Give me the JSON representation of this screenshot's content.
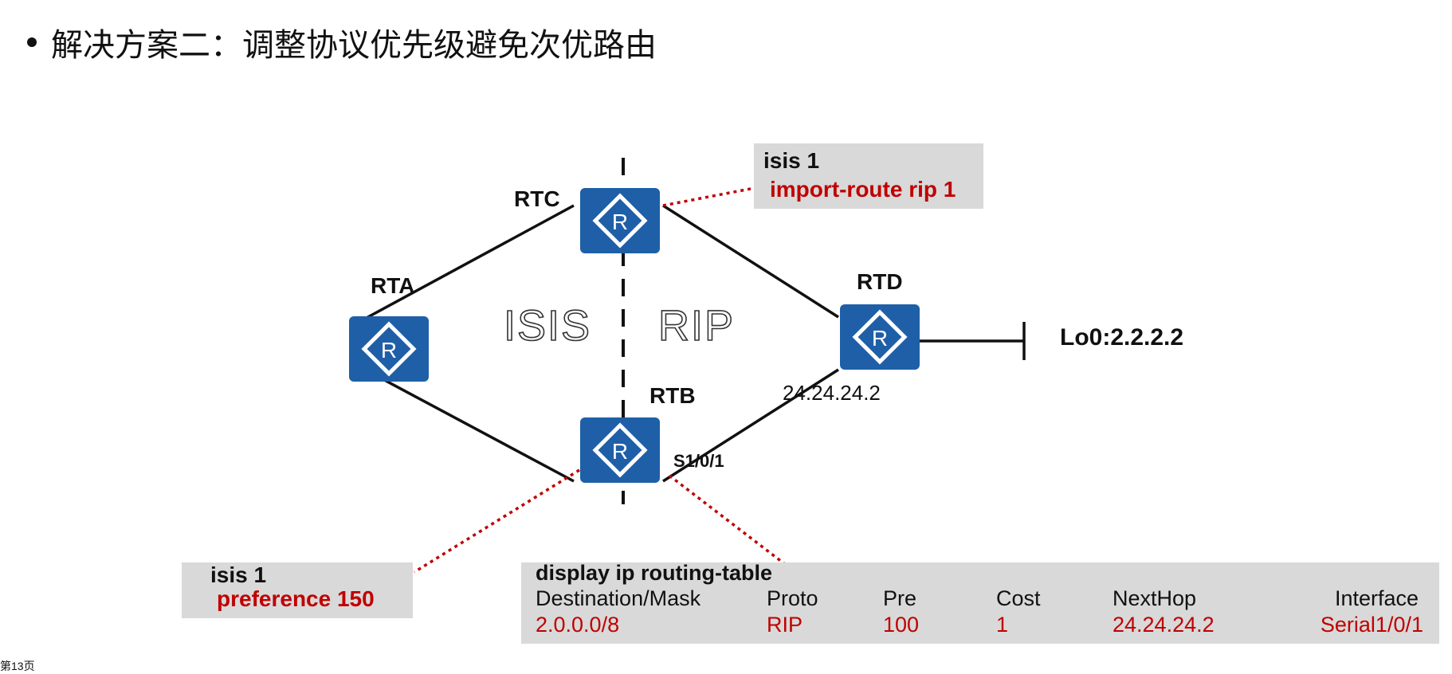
{
  "slide": {
    "title": "解决方案二：调整协议优先级避免次优路由",
    "page_label": "第13页"
  },
  "diagram": {
    "routers": [
      {
        "id": "RTA",
        "label": "RTA",
        "icon": "router-icon",
        "glyph": "R"
      },
      {
        "id": "RTB",
        "label": "RTB",
        "icon": "router-icon",
        "glyph": "R"
      },
      {
        "id": "RTC",
        "label": "RTC",
        "icon": "router-icon",
        "glyph": "R"
      },
      {
        "id": "RTD",
        "label": "RTD",
        "icon": "router-icon",
        "glyph": "R"
      }
    ],
    "links": [
      {
        "from": "RTA",
        "to": "RTC"
      },
      {
        "from": "RTA",
        "to": "RTB"
      },
      {
        "from": "RTC",
        "to": "RTD"
      },
      {
        "from": "RTB",
        "to": "RTD"
      }
    ],
    "areas": {
      "left": "ISIS",
      "right": "RIP"
    },
    "rtd_neighbor_ip": "24.24.24.2",
    "rtb_interface": "S1/0/1",
    "loopback": "Lo0:2.2.2.2",
    "colors": {
      "router_fill": "#1f5fa8",
      "highlight_red": "#c00000",
      "callout_line": "#c00000",
      "box_gray": "#d9d9d9"
    }
  },
  "callouts": {
    "rtc_config": {
      "line1": "isis 1",
      "line2": "import-route rip 1"
    },
    "rtb_config": {
      "line1": "isis 1",
      "line2": "preference 150"
    }
  },
  "routing_table": {
    "command": "display ip routing-table",
    "headers": {
      "dest": "Destination/Mask",
      "proto": "Proto",
      "pre": "Pre",
      "cost": "Cost",
      "nexthop": "NextHop",
      "iface": "Interface"
    },
    "row": {
      "dest": "2.0.0.0/8",
      "proto": "RIP",
      "pre": "100",
      "cost": "1",
      "nexthop": "24.24.24.2",
      "iface": "Serial1/0/1"
    }
  }
}
